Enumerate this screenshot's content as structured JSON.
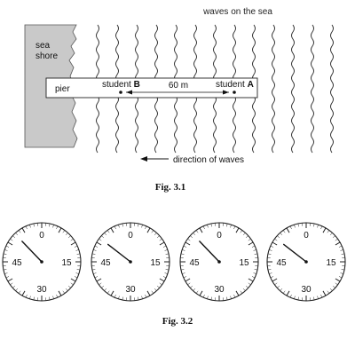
{
  "fig1": {
    "header": "waves on the sea",
    "shore_line1": "sea",
    "shore_line2": "shore",
    "pier_label": "pier",
    "student_b_prefix": "student ",
    "student_b_letter": "B",
    "student_a_prefix": "student ",
    "student_a_letter": "A",
    "distance": "60 m",
    "direction": "direction of waves",
    "caption": "Fig. 3.1"
  },
  "fig2": {
    "caption": "Fig. 3.2",
    "dial_labels": {
      "top": "0",
      "right": "15",
      "bottom": "30",
      "left": "45"
    },
    "stopwatch_seconds": [
      52.7,
      51.3,
      52.7,
      51.3
    ]
  }
}
